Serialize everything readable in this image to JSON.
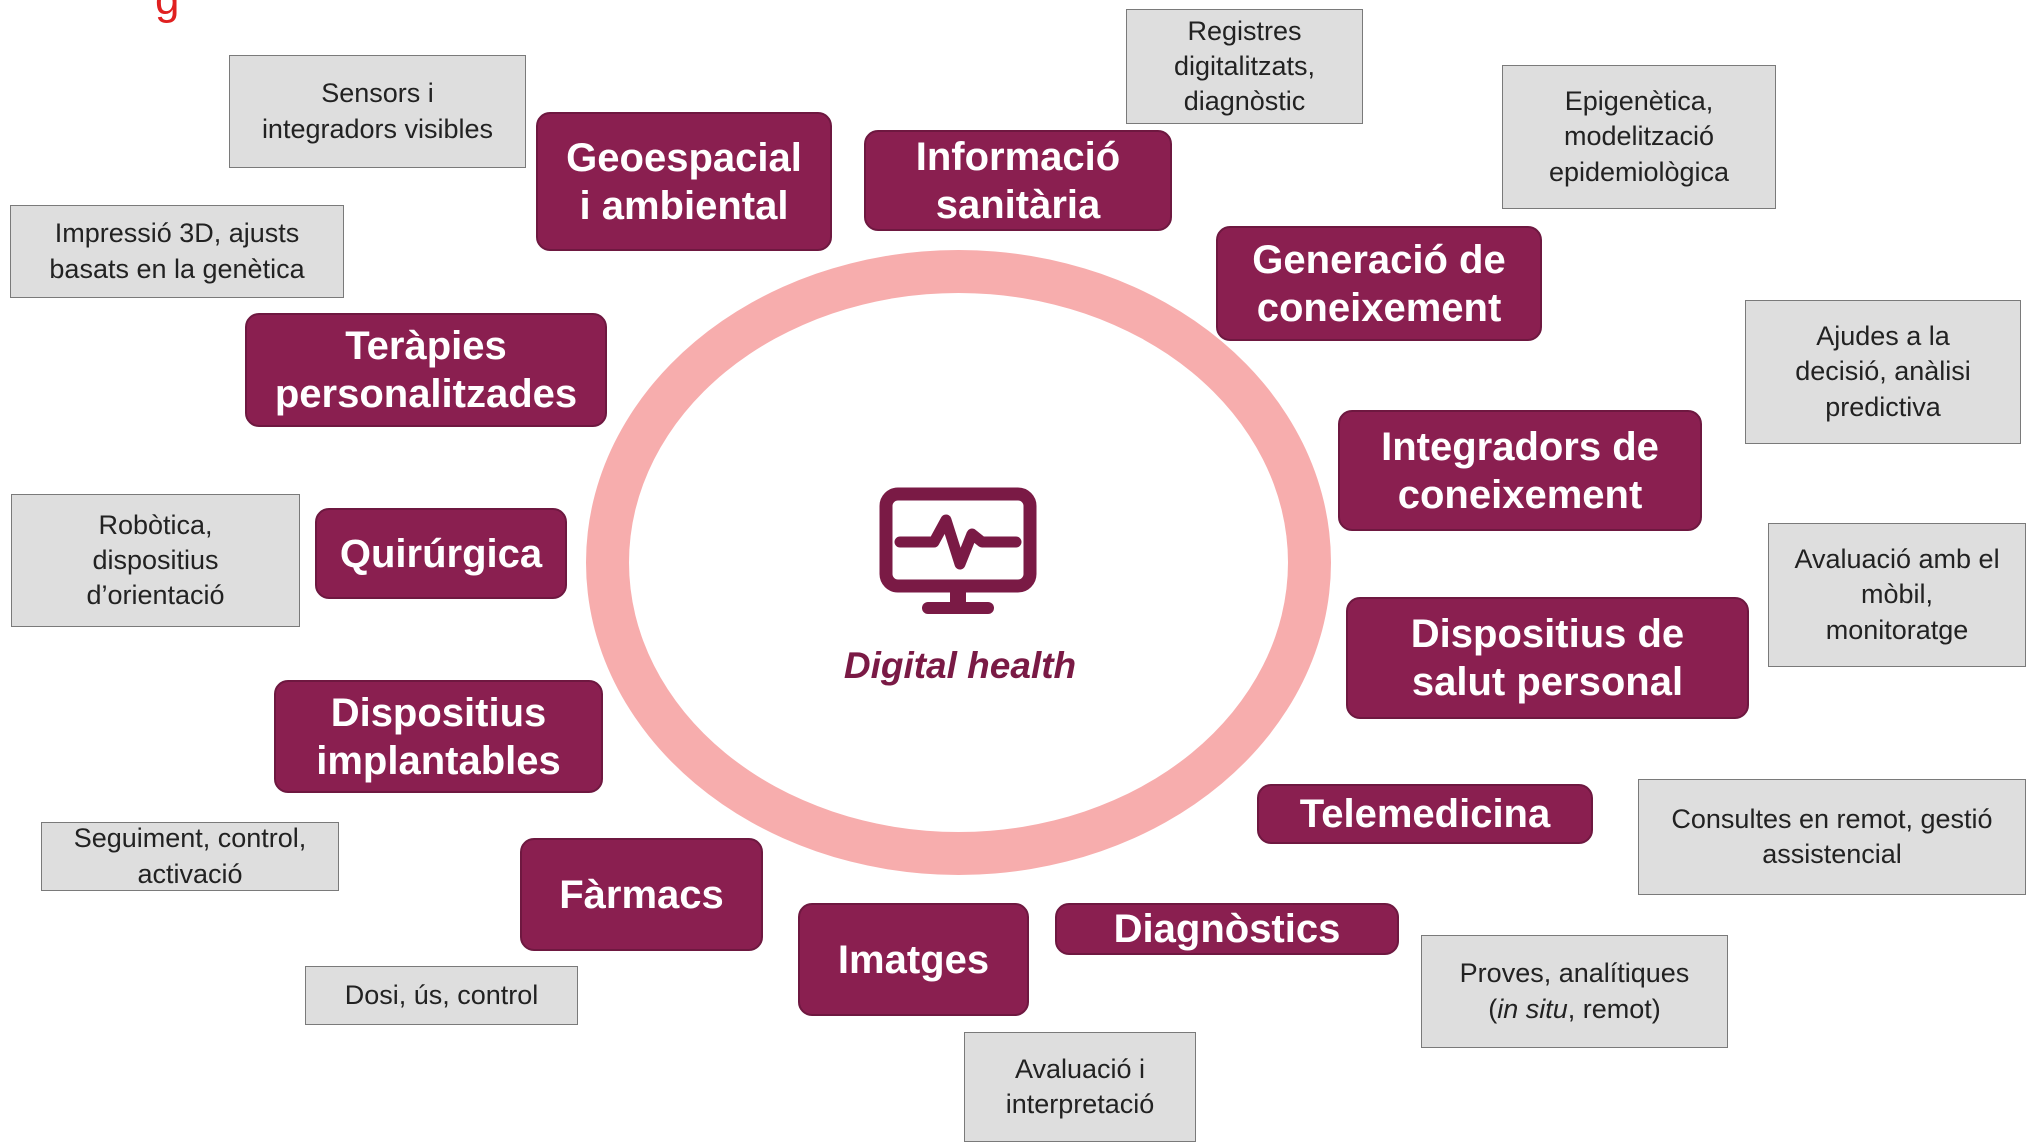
{
  "diagram": {
    "top_fragment": "g",
    "center_label": "Digital health",
    "center_icon": "monitor-heartbeat-icon",
    "colors": {
      "category_bg": "#8a1f50",
      "ring": "#f7adad",
      "note_bg": "#dedede",
      "center_text": "#7a1a45"
    },
    "categories": {
      "geospacial": "Geoespacial\ni ambiental",
      "informacio": "Informació\nsanitària",
      "generacio": "Generació de\nconeixement",
      "integradors": "Integradors de\nconeixement",
      "dispositius_salut": "Dispositius de\nsalut personal",
      "telemedicina": "Telemedicina",
      "diagnostics": "Diagnòstics",
      "imatges": "Imatges",
      "farmacs": "Fàrmacs",
      "implantables": "Dispositius\nimplantables",
      "quirurgica": "Quirúrgica",
      "terapies": "Teràpies\npersonalitzades"
    },
    "notes": {
      "sensors": "Sensors i\nintegradors visibles",
      "registres": "Registres\ndigitalitzats,\ndiagnòstic",
      "epigenetica": "Epigenètica,\nmodelització\nepidemiològica",
      "ajudes": "Ajudes a la\ndecisió, anàlisi\npredictiva",
      "avaluacio_mobil": "Avaluació amb el\nmòbil,\nmonitoratge",
      "consultes": "Consultes en remot, gestió\nassistencial",
      "proves_line1": "Proves, analítiques",
      "proves_paren_open": "(",
      "proves_italic": "in situ",
      "proves_rest": ", remot)",
      "avaluacio_interpretacio": "Avaluació i\ninterpretació",
      "dosi": "Dosi, ús, control",
      "seguiment": "Seguiment, control,\nactivació",
      "robotica": "Robòtica,\ndispositius\nd’orientació",
      "impressio": "Impressió 3D, ajusts\nbasats en la genètica"
    }
  }
}
